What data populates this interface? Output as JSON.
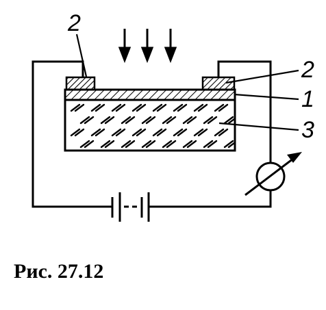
{
  "labels": {
    "top_left": "2",
    "right_contact": "2",
    "right_film": "1",
    "right_substrate": "3"
  },
  "caption": "Рис. 27.12",
  "icons": {
    "light": "arrow-down-icon",
    "meter": "ammeter-icon",
    "source": "battery-icon"
  },
  "colors": {
    "ink": "#000000",
    "background": "#ffffff"
  }
}
